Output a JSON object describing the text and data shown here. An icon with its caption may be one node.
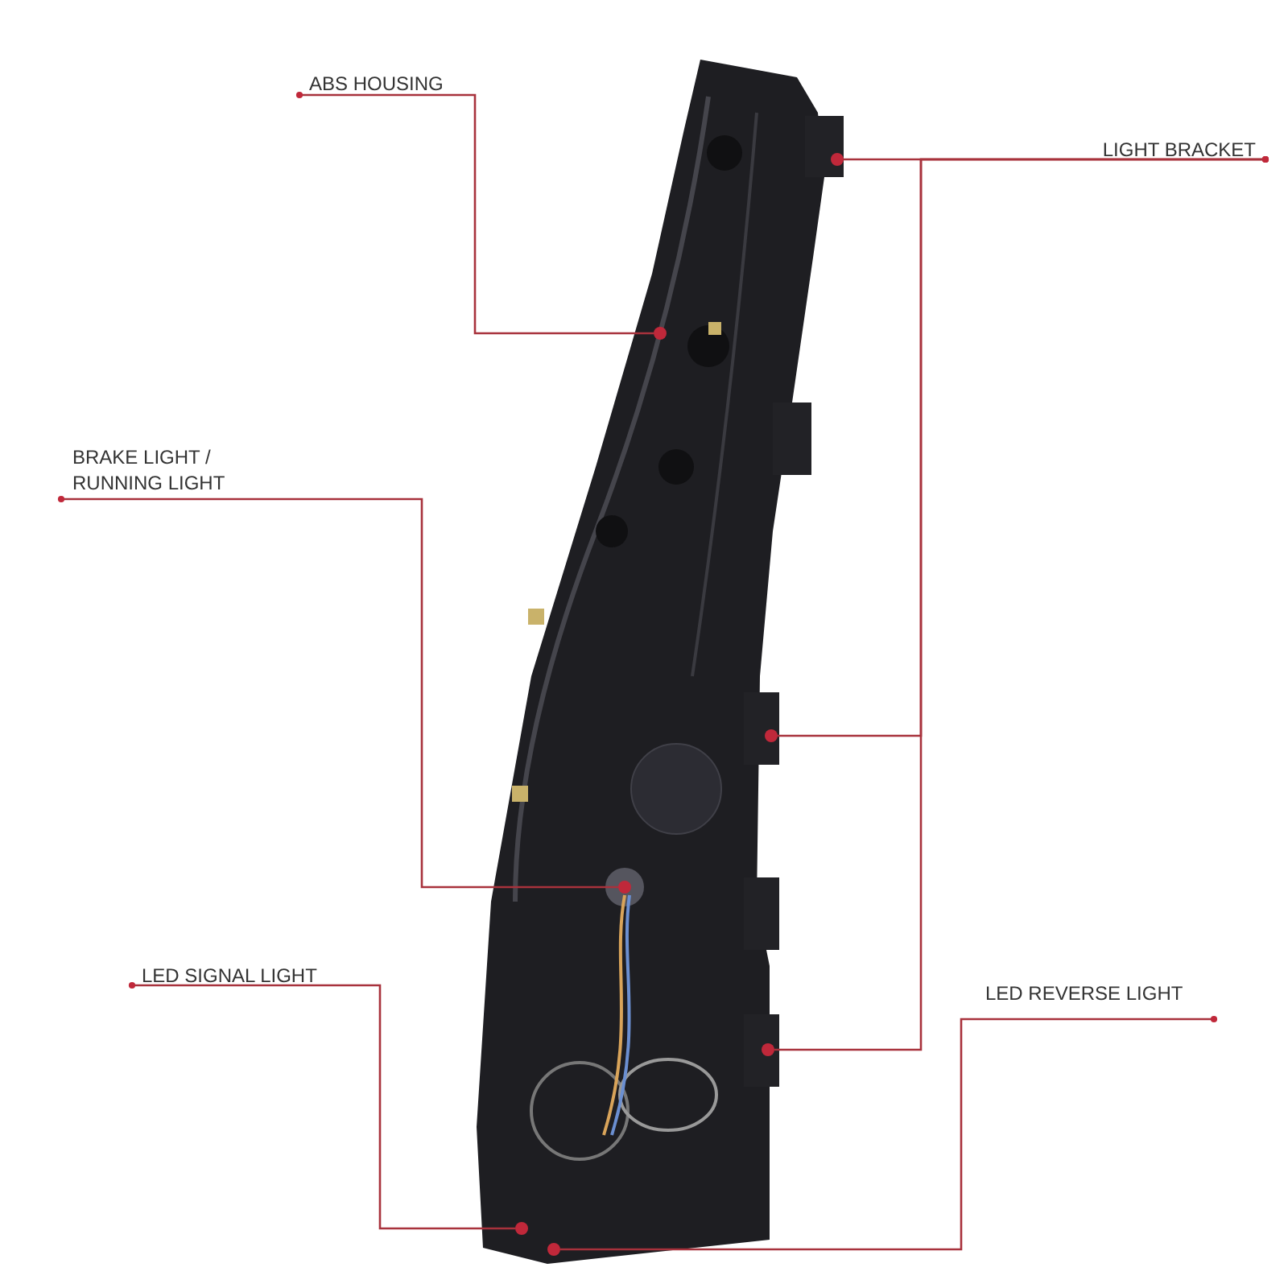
{
  "diagram": {
    "nodes": [
      {
        "text": [
          "ABS HOUSING"
        ]
      },
      {
        "text": [
          "LIGHT BRACKET"
        ]
      },
      {
        "text": [
          "BRAKE LIGHT / RUNNING LIGHT"
        ]
      },
      {
        "text": [
          "LED SIGNAL LIGHT"
        ]
      },
      {
        "text": [
          "LED REVERSE LIGHT"
        ]
      },
      {
        "text": [],
        "shape": "circle"
      },
      {
        "text": [],
        "shape": "circle"
      },
      {
        "text": [],
        "shape": "circle"
      },
      {
        "text": [],
        "shape": "circle"
      },
      {
        "text": [],
        "shape": "circle"
      },
      {
        "text": [],
        "shape": "circle"
      },
      {
        "text": [],
        "shape": "circle"
      }
    ],
    "edges": [
      {
        "from": 0,
        "to": 5,
        "arrow": "other"
      },
      {
        "from": 1,
        "to": 6,
        "arrow": "other"
      },
      {
        "from": 1,
        "to": 7,
        "arrow": "other"
      },
      {
        "from": 1,
        "to": 8,
        "arrow": "other"
      },
      {
        "from": 2,
        "to": 9,
        "arrow": "other"
      },
      {
        "from": 3,
        "to": 10,
        "arrow": "other"
      },
      {
        "from": 4,
        "to": 11,
        "arrow": "other"
      }
    ]
  }
}
